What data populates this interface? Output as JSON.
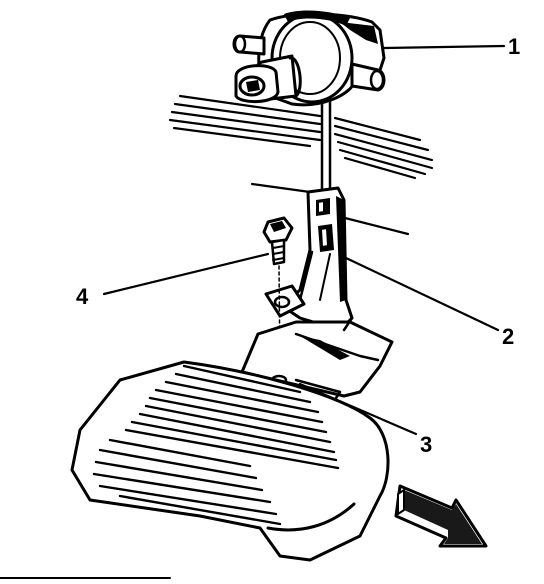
{
  "callouts": [
    {
      "id": "1",
      "label": "1",
      "part": "vacuum-valve"
    },
    {
      "id": "2",
      "label": "2",
      "part": "mounting-bracket"
    },
    {
      "id": "3",
      "label": "3",
      "part": "mounting-stud-hole"
    },
    {
      "id": "4",
      "label": "4",
      "part": "bolt"
    }
  ],
  "direction_arrow_icon": "front-direction-arrow-icon"
}
